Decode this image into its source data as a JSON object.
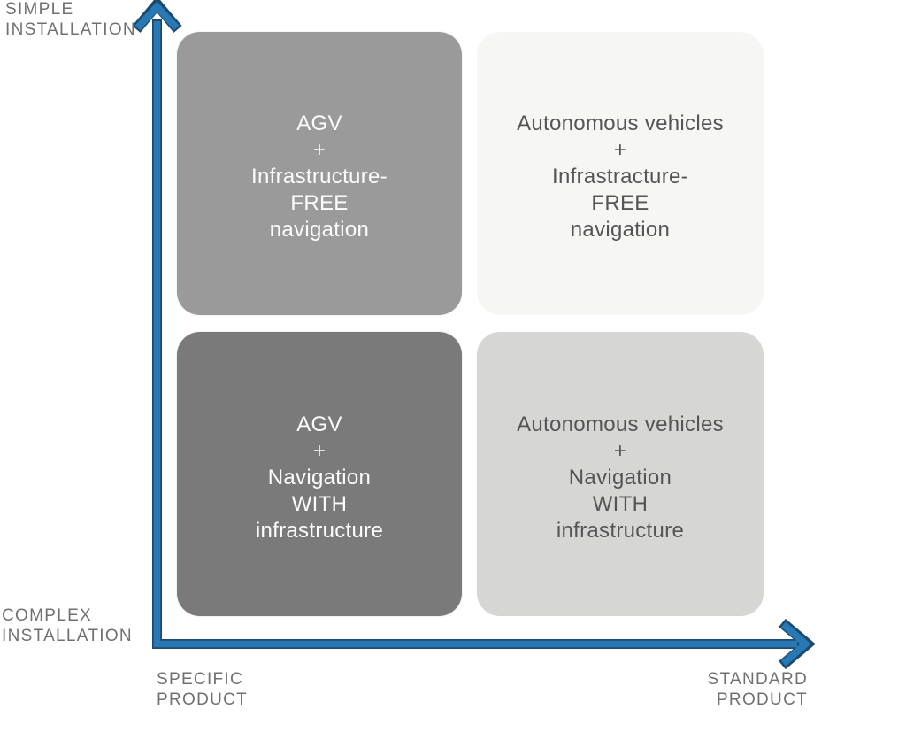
{
  "diagram": {
    "axes": {
      "arrow_color": "#2878b4",
      "arrow_outline_color": "#1b4a70",
      "label_color": "#707070",
      "y_axis": {
        "top_label": "SIMPLE\nINSTALLATION",
        "bottom_label": "COMPLEX\nINSTALLATION"
      },
      "x_axis": {
        "left_label": "SPECIFIC\nPRODUCT",
        "right_label": "STANDARD\nPRODUCT"
      }
    },
    "quadrants": {
      "top_left": {
        "text": "AGV\n+\nInfrastructure-\nFREE\nnavigation",
        "bg_color": "#9a9a9a",
        "text_color": "#fdfdfd"
      },
      "top_right": {
        "text": "Autonomous vehicles\n+\nInfrastracture-\nFREE\nnavigation",
        "bg_color": "#f6f6f5",
        "text_color": "#555555"
      },
      "bottom_left": {
        "text": "AGV\n+\nNavigation\nWITH\ninfrastructure",
        "bg_color": "#7a7a7a",
        "text_color": "#fdfdfd"
      },
      "bottom_right": {
        "text": "Autonomous vehicles\n+\nNavigation\nWITH\ninfrastructure",
        "bg_color": "#d6d6d5",
        "text_color": "#555555"
      }
    }
  }
}
